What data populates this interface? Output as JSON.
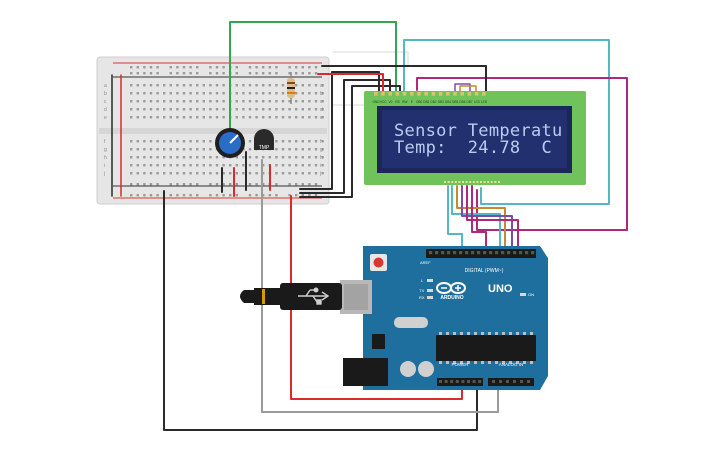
{
  "lcd": {
    "line1": "Sensor Temperatu",
    "line2": "Temp:  24.78  C",
    "pin_labels": [
      "GND",
      "VCC",
      "V0",
      "RS",
      "RW",
      "E",
      "DB0",
      "DB1",
      "DB2",
      "DB3",
      "DB4",
      "DB5",
      "DB6",
      "DB7",
      "LED",
      "LED"
    ]
  },
  "sensor": {
    "label": "TMP"
  },
  "arduino": {
    "brand": "ARDUINO",
    "model": "UNO",
    "header_digital": "DIGITAL (PWM~)",
    "header_power": "POWER",
    "header_analog": "ANALOG IN",
    "led_on": "ON",
    "led_tx": "TX",
    "led_rx": "RX",
    "led_l": "L",
    "aref": "AREF"
  },
  "breadboard": {
    "row_letters": [
      "a",
      "b",
      "c",
      "d",
      "e",
      "f",
      "g",
      "h",
      "i",
      "j"
    ]
  },
  "colors": {
    "board_blue": "#1f6f9e",
    "lcd_frame": "#6fc35a",
    "lcd_screen": "#23306f",
    "wire_red": "#d92b2b",
    "wire_black": "#2a2a2a",
    "wire_green": "#2fa84f",
    "wire_cyan": "#53b8c6",
    "wire_magenta": "#b0287a",
    "wire_gray": "#9a9a9a",
    "wire_orange": "#c7892c",
    "wire_violet": "#7d4bb0"
  }
}
